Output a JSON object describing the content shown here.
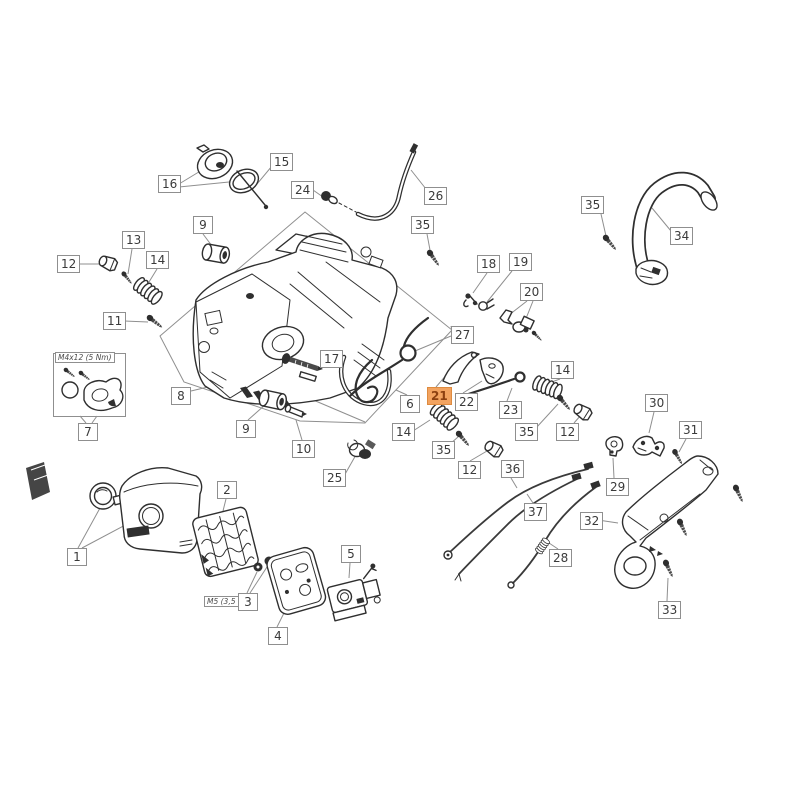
{
  "diagram": {
    "type": "exploded-parts-diagram",
    "background": "#ffffff",
    "highlighted_part": "21",
    "highlight_color": "#F2A360",
    "callouts": [
      {
        "label": "16"
      },
      {
        "label": "15"
      },
      {
        "label": "24"
      },
      {
        "label": "26"
      },
      {
        "label": "35"
      },
      {
        "label": "35"
      },
      {
        "label": "34"
      },
      {
        "label": "9"
      },
      {
        "label": "13"
      },
      {
        "label": "12"
      },
      {
        "label": "14"
      },
      {
        "label": "11"
      },
      {
        "label": "18"
      },
      {
        "label": "19"
      },
      {
        "label": "20"
      },
      {
        "label": "27"
      },
      {
        "label": "17"
      },
      {
        "label": "8"
      },
      {
        "label": "7"
      },
      {
        "label": "9"
      },
      {
        "label": "10"
      },
      {
        "label": "25"
      },
      {
        "label": "6"
      },
      {
        "label": "21",
        "highlighted": true
      },
      {
        "label": "22"
      },
      {
        "label": "23"
      },
      {
        "label": "14"
      },
      {
        "label": "35"
      },
      {
        "label": "12"
      },
      {
        "label": "14"
      },
      {
        "label": "35"
      },
      {
        "label": "12"
      },
      {
        "label": "36"
      },
      {
        "label": "37"
      },
      {
        "label": "28"
      },
      {
        "label": "29"
      },
      {
        "label": "30"
      },
      {
        "label": "31"
      },
      {
        "label": "32"
      },
      {
        "label": "33"
      },
      {
        "label": "1"
      },
      {
        "label": "2"
      },
      {
        "label": "3"
      },
      {
        "label": "4"
      },
      {
        "label": "5"
      }
    ],
    "torque_notes": [
      {
        "label": "M4x12 (5 Nm)"
      },
      {
        "label": "M5 (3,5 Nm)"
      }
    ]
  }
}
